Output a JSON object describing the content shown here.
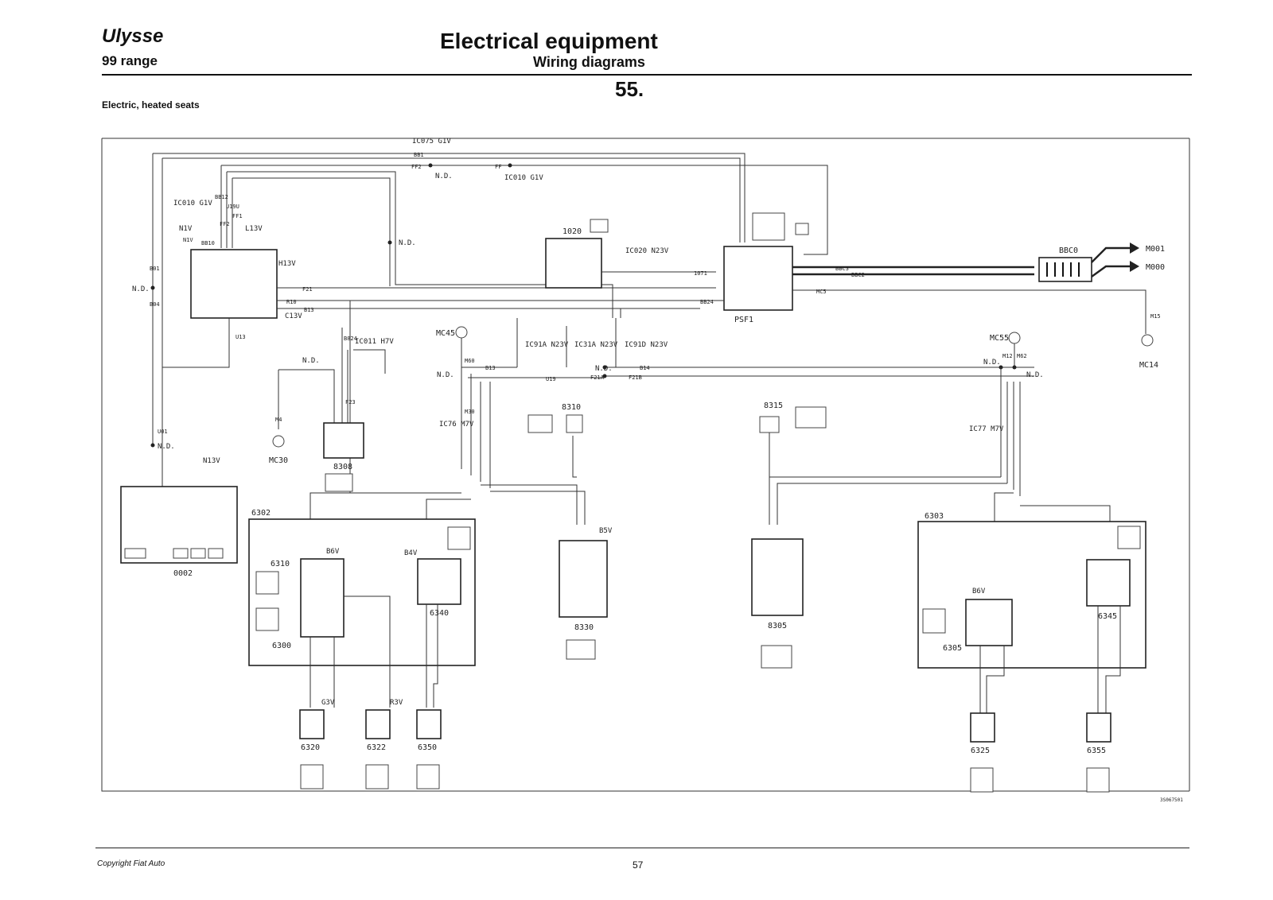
{
  "header": {
    "model": "Ulysse",
    "range": "99 range",
    "section": "Electrical equipment",
    "subsection": "Wiring diagrams",
    "page_number": "55.",
    "subtitle": "Electric, heated seats"
  },
  "footer": {
    "copyright": "Copyright  Fiat Auto",
    "page": "57"
  },
  "diagram": {
    "components": [
      {
        "id": "0002",
        "label": "0002"
      },
      {
        "id": "8308",
        "label": "8308"
      },
      {
        "id": "1020",
        "label": "1020"
      },
      {
        "id": "PSF1",
        "label": "PSF1"
      },
      {
        "id": "BBC0",
        "label": "BBC0"
      },
      {
        "id": "M001",
        "label": "M001"
      },
      {
        "id": "M000",
        "label": "M000"
      },
      {
        "id": "6302",
        "label": "6302"
      },
      {
        "id": "6303",
        "label": "6303"
      },
      {
        "id": "6310",
        "label": "6310"
      },
      {
        "id": "6300",
        "label": "6300"
      },
      {
        "id": "6340",
        "label": "6340"
      },
      {
        "id": "6305",
        "label": "6305"
      },
      {
        "id": "6345",
        "label": "6345"
      },
      {
        "id": "6320",
        "label": "6320"
      },
      {
        "id": "6322",
        "label": "6322"
      },
      {
        "id": "6350",
        "label": "6350"
      },
      {
        "id": "6325",
        "label": "6325"
      },
      {
        "id": "6355",
        "label": "6355"
      },
      {
        "id": "8310",
        "label": "8310"
      },
      {
        "id": "8330",
        "label": "8330"
      },
      {
        "id": "8315",
        "label": "8315"
      },
      {
        "id": "8305",
        "label": "8305"
      },
      {
        "id": "MC30",
        "label": "MC30"
      },
      {
        "id": "MC45",
        "label": "MC45"
      },
      {
        "id": "MC55",
        "label": "MC55"
      },
      {
        "id": "MC14",
        "label": "MC14"
      }
    ],
    "connectors": [
      "IC075 G1V",
      "IC010 G1V",
      "IC020 N23V",
      "IC010 G1V",
      "H13V",
      "L13V",
      "C13V",
      "N1V",
      "IC011 H7V",
      "IC91A N23V",
      "IC31A N23V",
      "IC91D N23V",
      "IC76 M7V",
      "IC77 M7V",
      "B6V",
      "B4V",
      "B5V",
      "G3V",
      "R3V",
      "N13V",
      "B6V"
    ],
    "wires": [
      "BB1",
      "FF2",
      "FF",
      "BB12",
      "BB10",
      "FF2",
      "U19U",
      "FF1",
      "N1V",
      "F21",
      "R10",
      "B13",
      "BB24",
      "1071",
      "BBC3",
      "BBC2",
      "MC5",
      "B824",
      "F23",
      "B13",
      "B14",
      "F21B",
      "F21A",
      "U19",
      "M12",
      "M62",
      "M15",
      "U13",
      "B01",
      "B04",
      "U01",
      "M4",
      "M30",
      "M60"
    ],
    "annotations": [
      "N.D.",
      "N.D.",
      "N.D.",
      "N.D.",
      "N.D.",
      "N.D.",
      "N.D.",
      "N.D.",
      "N.D."
    ],
    "reference": "3S067501"
  }
}
